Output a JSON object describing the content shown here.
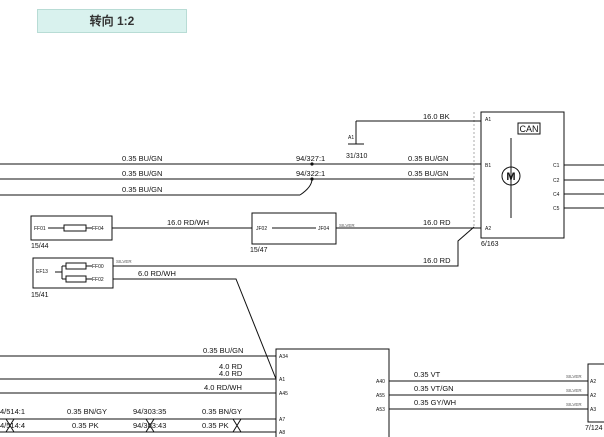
{
  "title": "转向 1:2",
  "ground": {
    "ref": "31/310",
    "pin": "A1"
  },
  "motor_module": {
    "ref": "6/163",
    "can_label": "CAN",
    "motor_symbol": "M",
    "left_pins": [
      "A1",
      "B1",
      "A2"
    ],
    "right_pins": [
      "C1",
      "C2",
      "C4",
      "C5"
    ]
  },
  "wire_labels": {
    "bk_16": "16.0 BK",
    "bu_gn_1": "0.35 BU/GN",
    "bu_gn_2": "0.35 BU/GN",
    "bu_gn_3": "0.35 BU/GN",
    "bu_gn_4": "0.35 BU/GN",
    "bu_gn_5": "0.35 BU/GN",
    "rd_wh_16": "16.0 RD/WH",
    "rd_16_a": "16.0 RD",
    "rd_16_b": "16.0 RD",
    "rd_wh_6": "6.0 RD/WH",
    "bu_gn_lower": "0.35 BU/GN",
    "rd_4_a": "4.0 RD",
    "rd_4_b": "4.0 RD",
    "rd_wh_4": "4.0 RD/WH",
    "bn_gy_a": "0.35 BN/GY",
    "bn_gy_b": "0.35 BN/GY",
    "pk_a": "0.35 PK",
    "pk_b": "0.35 PK",
    "vt": "0.35 VT",
    "vt_gn": "0.35 VT/GN",
    "gy_wh": "0.35 GY/WH"
  },
  "splices": {
    "s1": "94/327:1",
    "s2": "94/322:1",
    "s3": "4/514:1",
    "s4": "94/303:35",
    "s5": "4/514:4",
    "s6": "94/303:43"
  },
  "fuse_1": {
    "ref": "15/44",
    "pin_left": "FF01",
    "pin_right": "FF04"
  },
  "relay_1": {
    "ref": "15/47",
    "pin_left": "JF02",
    "pin_right": "JF04",
    "note": "SILVER"
  },
  "fuse_2": {
    "ref": "15/41",
    "pin_left": "EF13",
    "pin_right_a": "FF00",
    "pin_right_b": "FF02",
    "note": "SILVER"
  },
  "connector_lower": {
    "pins": [
      "A34",
      "A1",
      "A45",
      "A7",
      "A8"
    ]
  },
  "connector_right": {
    "ref": "7/124",
    "pins_left": [
      "A40",
      "A55",
      "A53"
    ],
    "pins_right": [
      "A2",
      "A2",
      "A3"
    ],
    "silver": "SILVER"
  }
}
